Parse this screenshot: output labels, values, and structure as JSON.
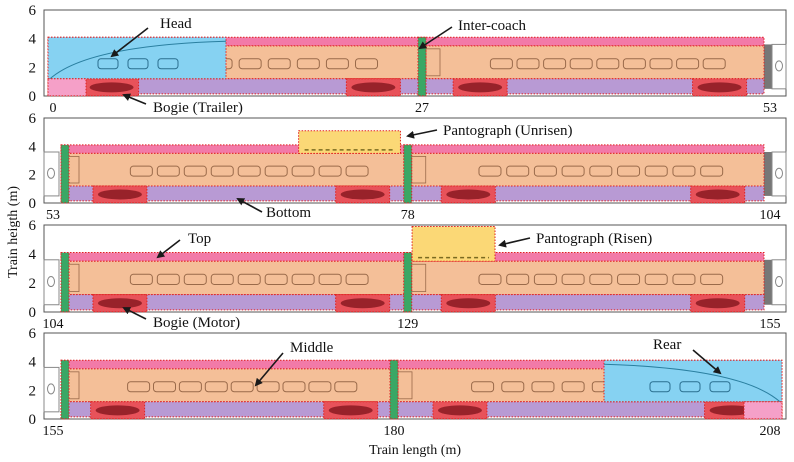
{
  "figure": {
    "ylabel": "Train heigth (m)",
    "xlabel": "Train length (m)",
    "y_ticks": [
      "0",
      "2",
      "4",
      "6"
    ],
    "y_range_m": [
      0,
      6
    ],
    "colors": {
      "top": "#f27aa8",
      "middle": "#f4bf98",
      "bottom": "#b89ad4",
      "bogie": "#e8525a",
      "nose": "#86d2f2",
      "pantograph": "#fbd876",
      "inter_coach": "#3aa765",
      "boundary": "#e02020",
      "window": "#9a6a4a"
    },
    "panels": [
      {
        "id": "panel-1",
        "x_start": "0",
        "x_mid": "27",
        "x_end": "53",
        "range_m": [
          0,
          53
        ],
        "regions": [
          {
            "type": "nose",
            "from": 0,
            "to": 13,
            "side": "head"
          },
          {
            "type": "inter_coach",
            "at": 27
          }
        ],
        "annotations": [
          {
            "label": "Head",
            "target": "head"
          },
          {
            "label": "Inter-coach",
            "target": "inter-coach"
          },
          {
            "label": "Bogie (Trailer)",
            "target": "bogie-trailer"
          }
        ]
      },
      {
        "id": "panel-2",
        "x_start": "53",
        "x_mid": "78",
        "x_end": "104",
        "range_m": [
          53,
          104
        ],
        "regions": [
          {
            "type": "pantograph",
            "from": 70.5,
            "to": 77.5,
            "state": "unrisen"
          },
          {
            "type": "inter_coach",
            "at": 53
          },
          {
            "type": "inter_coach",
            "at": 78
          }
        ],
        "annotations": [
          {
            "label": "Pantograph (Unrisen)",
            "target": "pantograph-unrisen"
          },
          {
            "label": "Bottom",
            "target": "bottom"
          }
        ]
      },
      {
        "id": "panel-3",
        "x_start": "104",
        "x_mid": "129",
        "x_end": "155",
        "range_m": [
          104,
          155
        ],
        "regions": [
          {
            "type": "pantograph",
            "from": 129.3,
            "to": 135,
            "state": "risen"
          },
          {
            "type": "inter_coach",
            "at": 104
          },
          {
            "type": "inter_coach",
            "at": 129
          }
        ],
        "annotations": [
          {
            "label": "Top",
            "target": "top"
          },
          {
            "label": "Pantograph (Risen)",
            "target": "pantograph-risen"
          },
          {
            "label": "Bogie (Motor)",
            "target": "bogie-motor"
          }
        ]
      },
      {
        "id": "panel-4",
        "x_start": "155",
        "x_mid": "180",
        "x_end": "208",
        "range_m": [
          155,
          208
        ],
        "regions": [
          {
            "type": "nose",
            "from": 195,
            "to": 208,
            "side": "rear"
          },
          {
            "type": "inter_coach",
            "at": 155
          },
          {
            "type": "inter_coach",
            "at": 180
          }
        ],
        "annotations": [
          {
            "label": "Middle",
            "target": "middle"
          },
          {
            "label": "Rear",
            "target": "rear"
          }
        ]
      }
    ]
  }
}
